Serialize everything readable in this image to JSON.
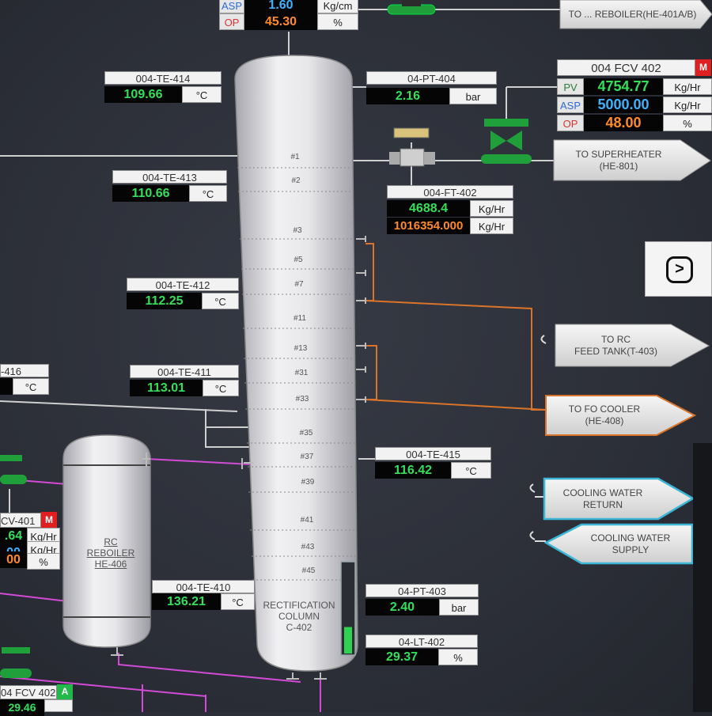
{
  "top_controller": {
    "asp_label": "ASP",
    "op_label": "OP",
    "asp_value": "1.60",
    "op_value": "45.30",
    "unit_1": "Kg/cm",
    "unit_2": "%"
  },
  "destinations": {
    "reboiler_top": "TO ... REBOILER(HE-401A/B)",
    "superheater_line1": "TO SUPERHEATER",
    "superheater_line2": "(HE-801)",
    "rc_feed_line1": "TO RC",
    "rc_feed_line2": "FEED TANK(T-403)",
    "fo_cooler_line1": "TO FO COOLER",
    "fo_cooler_line2": "(HE-408)",
    "cw_return_line1": "COOLING WATER",
    "cw_return_line2": "RETURN",
    "cw_supply_line1": "COOLING WATER",
    "cw_supply_line2": "SUPPLY"
  },
  "instruments": {
    "te414": {
      "tag": "004-TE-414",
      "value": "109.66",
      "unit": "°C"
    },
    "te413": {
      "tag": "004-TE-413",
      "value": "110.66",
      "unit": "°C"
    },
    "te412": {
      "tag": "004-TE-412",
      "value": "112.25",
      "unit": "°C"
    },
    "te411": {
      "tag": "004-TE-411",
      "value": "113.01",
      "unit": "°C"
    },
    "te416": {
      "tag": "-416",
      "unit": "°C"
    },
    "te415": {
      "tag": "004-TE-415",
      "value": "116.42",
      "unit": "°C"
    },
    "te410": {
      "tag": "004-TE-410",
      "value": "136.21",
      "unit": "°C"
    },
    "pt404": {
      "tag": "04-PT-404",
      "value": "2.16",
      "unit": "bar"
    },
    "pt403": {
      "tag": "04-PT-403",
      "value": "2.40",
      "unit": "bar"
    },
    "lt402": {
      "tag": "04-LT-402",
      "value": "29.37",
      "unit": "%"
    },
    "ft402": {
      "tag": "004-FT-402",
      "value_1": "4688.4",
      "value_2": "1016354.000",
      "unit_1": "Kg/Hr",
      "unit_2": "Kg/Hr"
    }
  },
  "fcv402": {
    "tag": "004 FCV 402",
    "mode": "M",
    "pv_label": "PV",
    "asp_label": "ASP",
    "op_label": "OP",
    "pv": "4754.77",
    "asp": "5000.00",
    "op": "48.00",
    "pv_unit": "Kg/Hr",
    "asp_unit": "Kg/Hr",
    "op_unit": "%"
  },
  "fcv401": {
    "tag": "CV-401",
    "mode": "M",
    "pv": ".64",
    "asp": "00",
    "op": "00",
    "pv_unit": "Kg/Hr",
    "asp_unit": "Kg/Hr",
    "op_unit": "%"
  },
  "fcv_bottom": {
    "tag": "04 FCV 402",
    "mode": "A",
    "value": "29.46"
  },
  "column": {
    "name_line1": "RECTIFICATION",
    "name_line2": "COLUMN",
    "name_line3": "C-402",
    "level_percent": 29.37,
    "trays": [
      "#1",
      "#2",
      "#3",
      "#5",
      "#7",
      "#11",
      "#13",
      "#31",
      "#33",
      "#35",
      "#37",
      "#39",
      "#41",
      "#43",
      "#45"
    ]
  },
  "reboiler": {
    "line1": "RC",
    "line2": "REBOILER",
    "line3": "HE-406"
  },
  "nav": {
    "next_symbol": ">"
  },
  "colors": {
    "feed_line": "#d9742a",
    "steam_line": "#d24bd6",
    "cooling_line": "#3bb6d6",
    "process_line": "#cfcfcf"
  }
}
